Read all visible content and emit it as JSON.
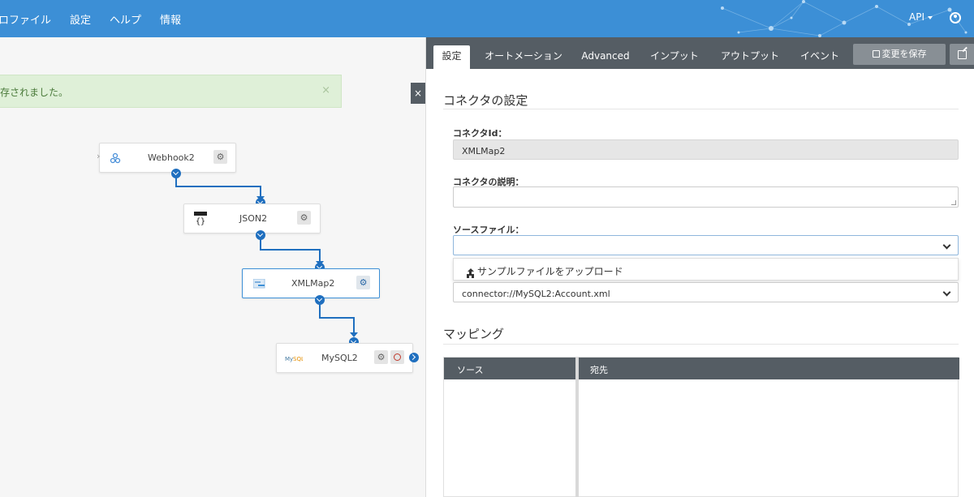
{
  "nav": {
    "items": [
      "ロファイル",
      "設定",
      "ヘルプ",
      "情報"
    ],
    "api_label": "API"
  },
  "colors": {
    "topbar": "#3c8fd6",
    "panel_header": "#555d64",
    "flow_line": "#1f6fbf",
    "alert_bg": "#dff0d8"
  },
  "alert": {
    "message": "存されました。",
    "close": "×"
  },
  "collapse_button": "×",
  "flow": {
    "nodes": [
      {
        "label": "Webhook2",
        "icon": "webhook-icon"
      },
      {
        "label": "JSON2",
        "icon": "json-icon"
      },
      {
        "label": "XMLMap2",
        "icon": "xmlmap-icon"
      },
      {
        "label": "MySQL2",
        "icon": "mysql-icon"
      }
    ]
  },
  "tabs": [
    {
      "label": "設定",
      "active": true
    },
    {
      "label": "オートメーション"
    },
    {
      "label": "Advanced"
    },
    {
      "label": "インプット"
    },
    {
      "label": "アウトプット"
    },
    {
      "label": "イベント"
    }
  ],
  "toolbar": {
    "save_label": "変更を保存"
  },
  "settings": {
    "title": "コネクタの設定",
    "connector_id_label": "コネクタId：",
    "connector_id_value": "XMLMap2",
    "description_label": "コネクタの説明：",
    "description_value": "",
    "source_file_label": "ソースファイル：",
    "source_file_value": "",
    "upload_option": "サンプルファイルをアップロード",
    "destination_value": "connector://MySQL2:Account.xml"
  },
  "mapping": {
    "title": "マッピング",
    "source_header": "ソース",
    "destination_header": "宛先"
  }
}
